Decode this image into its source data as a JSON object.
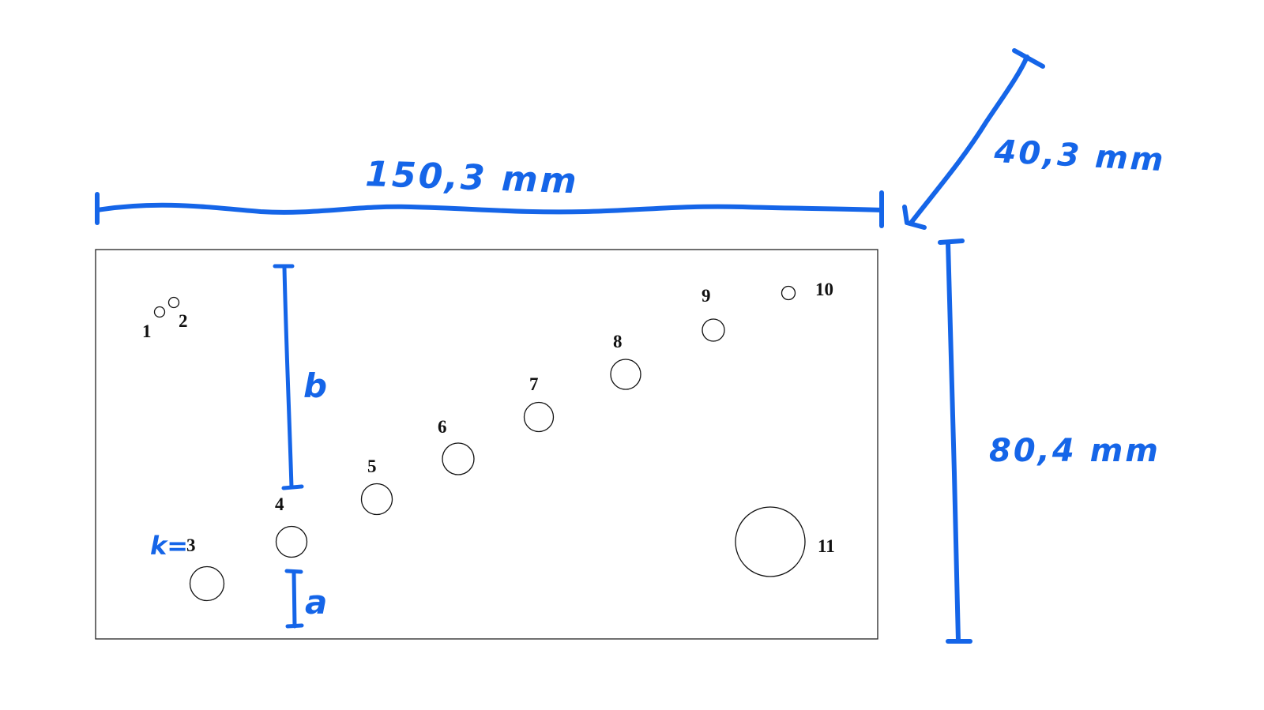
{
  "annotations": {
    "width": "150,3 mm",
    "depth": "40,3 mm",
    "height": "80,4 mm",
    "var_a": "a",
    "var_b": "b",
    "k_prefix": "k="
  },
  "holes": [
    {
      "id": "1",
      "label": "1"
    },
    {
      "id": "2",
      "label": "2"
    },
    {
      "id": "3",
      "label": "3"
    },
    {
      "id": "4",
      "label": "4"
    },
    {
      "id": "5",
      "label": "5"
    },
    {
      "id": "6",
      "label": "6"
    },
    {
      "id": "7",
      "label": "7"
    },
    {
      "id": "8",
      "label": "8"
    },
    {
      "id": "9",
      "label": "9"
    },
    {
      "id": "10",
      "label": "10"
    },
    {
      "id": "11",
      "label": "11"
    }
  ],
  "colors": {
    "annotation_ink": "#1565e8",
    "outline": "#222222",
    "background": "#ffffff"
  }
}
